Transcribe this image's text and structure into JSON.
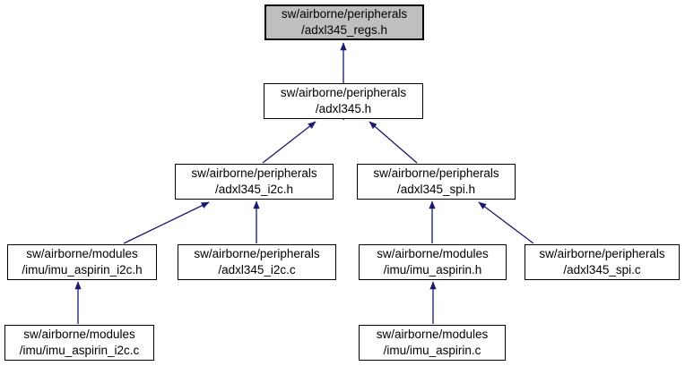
{
  "diagram": {
    "type": "include-dependency-graph",
    "colors": {
      "background": "#ffffff",
      "edge": "#191970",
      "node_fill": "#ffffff",
      "node_border": "#000000",
      "highlight_fill": "#bfbfbf",
      "text": "#000000"
    },
    "nodes": [
      {
        "id": "adxl345_regs_h",
        "line1": "sw/airborne/peripherals",
        "line2": "/adxl345_regs.h",
        "highlighted": true
      },
      {
        "id": "adxl345_h",
        "line1": "sw/airborne/peripherals",
        "line2": "/adxl345.h",
        "highlighted": false
      },
      {
        "id": "adxl345_i2c_h",
        "line1": "sw/airborne/peripherals",
        "line2": "/adxl345_i2c.h",
        "highlighted": false
      },
      {
        "id": "adxl345_spi_h",
        "line1": "sw/airborne/peripherals",
        "line2": "/adxl345_spi.h",
        "highlighted": false
      },
      {
        "id": "imu_aspirin_i2c_h",
        "line1": "sw/airborne/modules",
        "line2": "/imu/imu_aspirin_i2c.h",
        "highlighted": false
      },
      {
        "id": "adxl345_i2c_c",
        "line1": "sw/airborne/peripherals",
        "line2": "/adxl345_i2c.c",
        "highlighted": false
      },
      {
        "id": "imu_aspirin_h",
        "line1": "sw/airborne/modules",
        "line2": "/imu/imu_aspirin.h",
        "highlighted": false
      },
      {
        "id": "adxl345_spi_c",
        "line1": "sw/airborne/peripherals",
        "line2": "/adxl345_spi.c",
        "highlighted": false
      },
      {
        "id": "imu_aspirin_i2c_c",
        "line1": "sw/airborne/modules",
        "line2": "/imu/imu_aspirin_i2c.c",
        "highlighted": false
      },
      {
        "id": "imu_aspirin_c",
        "line1": "sw/airborne/modules",
        "line2": "/imu/imu_aspirin.c",
        "highlighted": false
      }
    ],
    "edges": [
      {
        "from": "adxl345_h",
        "to": "adxl345_regs_h"
      },
      {
        "from": "adxl345_i2c_h",
        "to": "adxl345_h"
      },
      {
        "from": "adxl345_spi_h",
        "to": "adxl345_h"
      },
      {
        "from": "imu_aspirin_i2c_h",
        "to": "adxl345_i2c_h"
      },
      {
        "from": "adxl345_i2c_c",
        "to": "adxl345_i2c_h"
      },
      {
        "from": "imu_aspirin_h",
        "to": "adxl345_spi_h"
      },
      {
        "from": "adxl345_spi_c",
        "to": "adxl345_spi_h"
      },
      {
        "from": "imu_aspirin_i2c_c",
        "to": "imu_aspirin_i2c_h"
      },
      {
        "from": "imu_aspirin_c",
        "to": "imu_aspirin_h"
      }
    ]
  }
}
